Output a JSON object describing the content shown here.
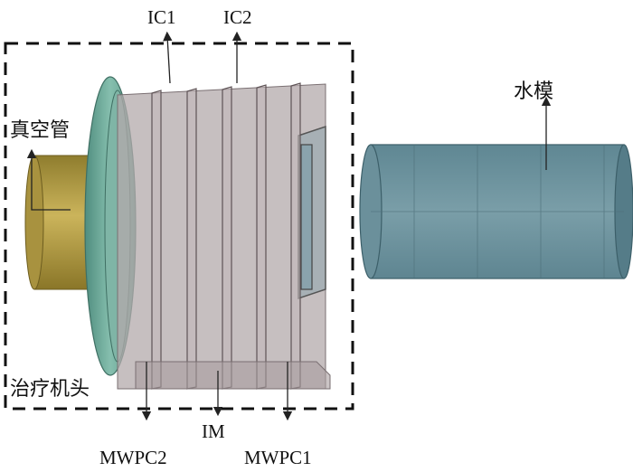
{
  "labels": {
    "ic1": "IC1",
    "ic2": "IC2",
    "vacuum_tube": "真空管",
    "water_phantom": "水模",
    "treatment_head": "治疗机头",
    "im": "IM",
    "mwpc2": "MWPC2",
    "mwpc1": "MWPC1"
  },
  "colors": {
    "vacuum_tube": "#b9a14a",
    "flange": "#6fa99a",
    "plates": "#a69a9c",
    "water_phantom": "#6d919c",
    "frame": "#111111"
  }
}
